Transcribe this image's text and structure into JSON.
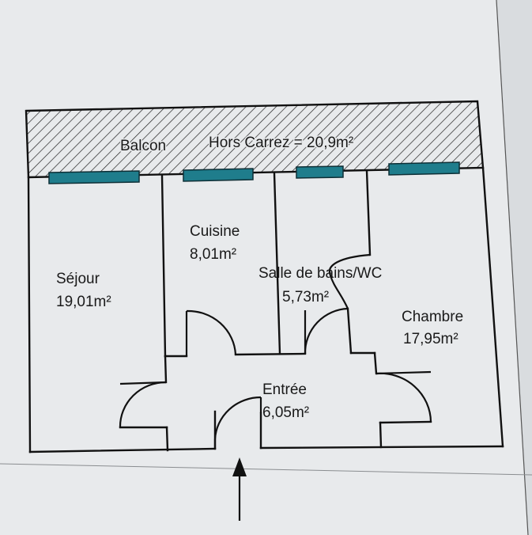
{
  "plan": {
    "balcony": {
      "name": "Balcon",
      "area_text": "Hors Carrez = 20,9m²"
    },
    "rooms": [
      {
        "id": "sejour",
        "name": "Séjour",
        "area": "19,01m²"
      },
      {
        "id": "cuisine",
        "name": "Cuisine",
        "area": "8,01m²"
      },
      {
        "id": "sdb",
        "name": "Salle de bains/WC",
        "area": "5,73m²"
      },
      {
        "id": "chambre",
        "name": "Chambre",
        "area": "17,95m²"
      },
      {
        "id": "entree",
        "name": "Entrée",
        "area": "6,05m²"
      }
    ],
    "colors": {
      "window": "#1f7d8c",
      "wall": "#111111",
      "paper": "#e8eaec"
    },
    "icons": {
      "entrance": "arrow-up-icon"
    }
  }
}
